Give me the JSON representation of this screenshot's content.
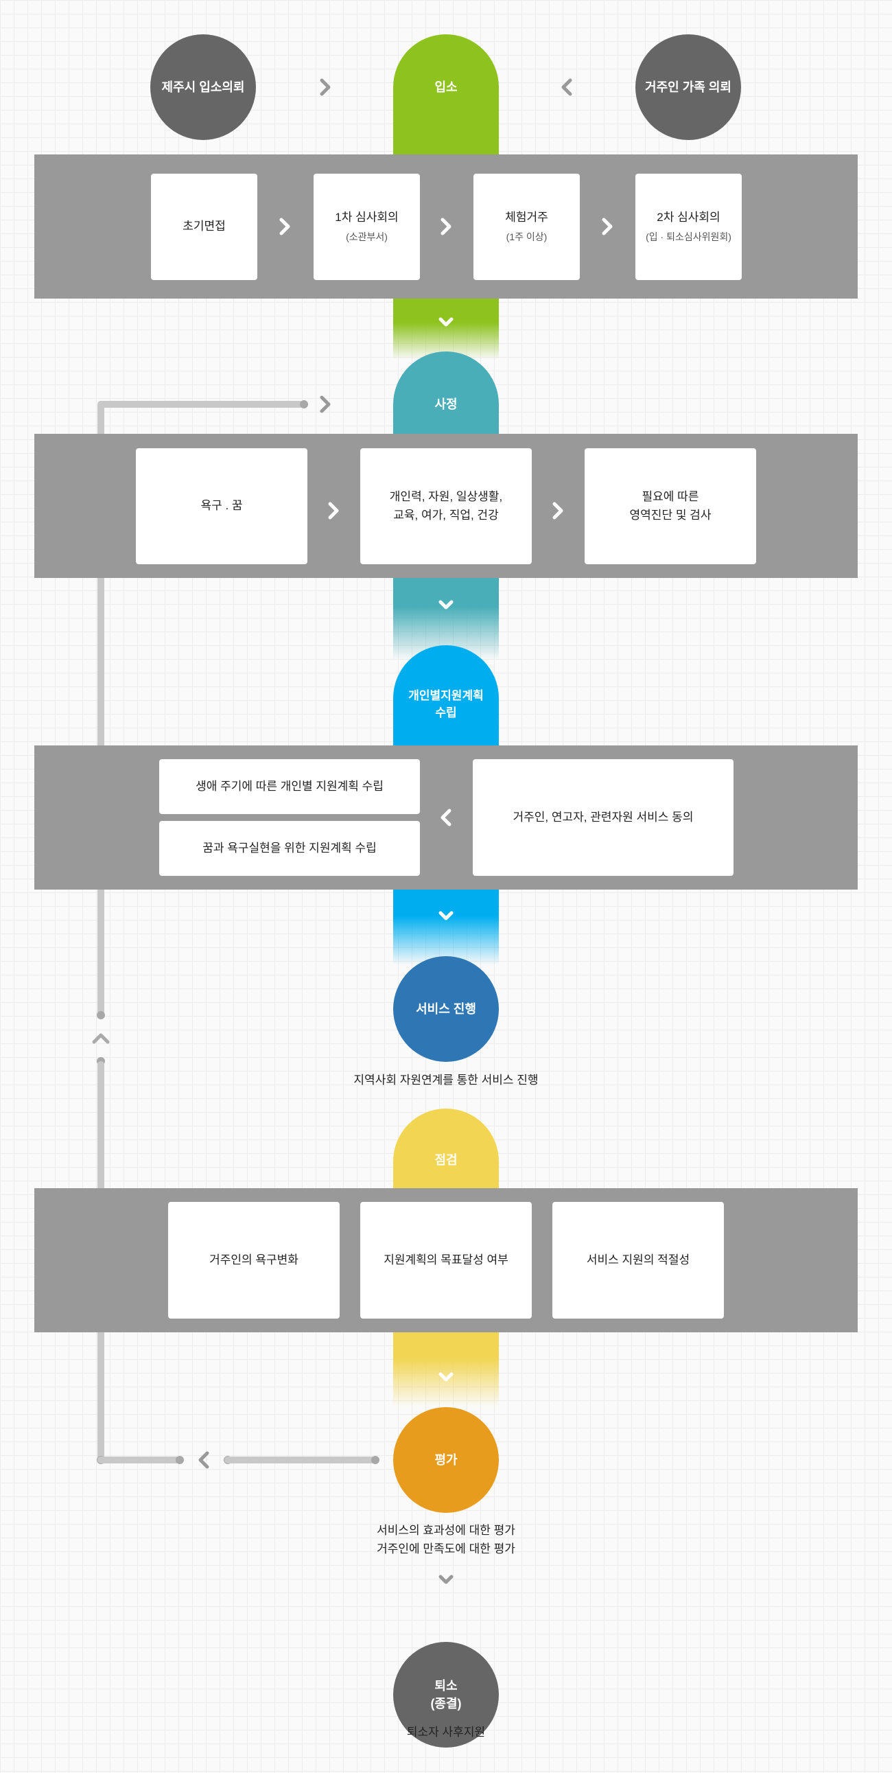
{
  "colors": {
    "intake": "#8dc21f",
    "assessment": "#4aaeb8",
    "plan": "#00aeef",
    "service": "#2e76b4",
    "check": "#f2d553",
    "evaluation": "#e89c1e",
    "discharge": "#666666",
    "band": "#999999",
    "feedback_line": "#c8c8c8"
  },
  "intake": {
    "referral_jeju": "제주시 입소의뢰",
    "stage": "입소",
    "referral_family": "거주인 가족 의뢰",
    "steps": [
      {
        "label": "초기면접",
        "sub": ""
      },
      {
        "label": "1차 심사회의",
        "sub": "(소관부서)"
      },
      {
        "label": "체험거주",
        "sub": "(1주 이상)"
      },
      {
        "label": "2차 심사회의",
        "sub": "(입 · 퇴소심사위원회)"
      }
    ]
  },
  "assessment": {
    "stage": "사정",
    "steps": [
      {
        "label": "욕구 . 꿈"
      },
      {
        "label": "개인력, 자원, 일상생활,\n교육, 여가, 직업, 건강"
      },
      {
        "label": "필요에 따른\n영역진단 및 검사"
      }
    ]
  },
  "plan": {
    "stage": "개인별지원계획\n수립",
    "items": [
      "생애 주기에 따른 개인별 지원계획 수립",
      "꿈과 욕구실현을 위한 지원계획 수립"
    ],
    "agreement": "거주인, 연고자, 관련자원 서비스 동의"
  },
  "service": {
    "stage": "서비스 진행",
    "caption": "지역사회 자원연계를 통한 서비스 진행"
  },
  "check": {
    "stage": "점검",
    "items": [
      "거주인의 욕구변화",
      "지원계획의 목표달성 여부",
      "서비스 지원의 적절성"
    ]
  },
  "evaluation": {
    "stage": "평가",
    "caption": "서비스의 효과성에 대한 평가\n거주인에 만족도에 대한 평가"
  },
  "discharge": {
    "stage": "퇴소\n(종결)",
    "caption": "퇴소자 사후지원"
  },
  "icons": [
    "chevron-right-icon",
    "chevron-left-icon",
    "chevron-down-icon",
    "chevron-up-icon"
  ]
}
